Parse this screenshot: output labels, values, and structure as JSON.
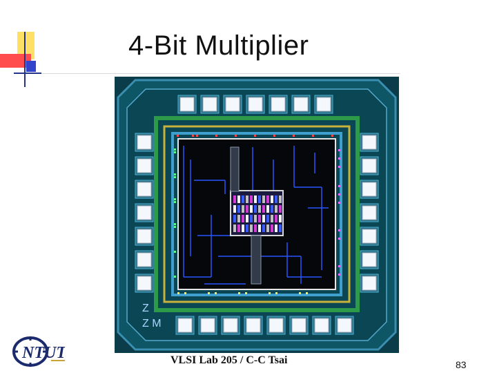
{
  "slide": {
    "title": "4-Bit Multiplier",
    "footer": "VLSI Lab 205 / C-C Tsai",
    "page_number": "83",
    "logo_text": "NTUT"
  },
  "colors": {
    "accent_yellow": "#ffe066",
    "accent_red": "#ff4d4d",
    "accent_blue": "#3344cc",
    "chip_background": "#0a3c4a",
    "core_background": "#05070a"
  },
  "figure": {
    "type": "chip-layout",
    "pads_top": 7,
    "pads_bottom": 8,
    "pads_left": 7,
    "pads_right": 7
  }
}
